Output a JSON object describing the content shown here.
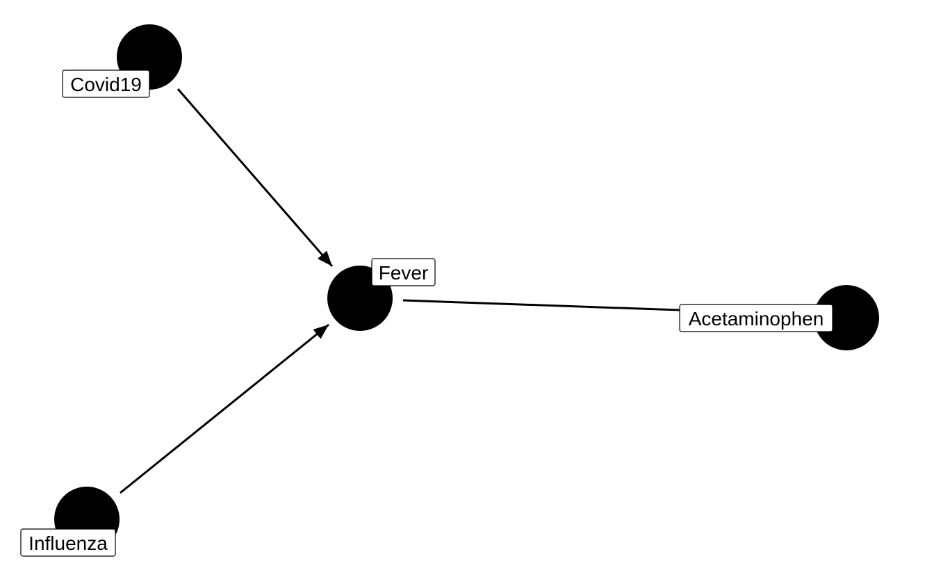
{
  "diagram": {
    "type": "directed-graph",
    "colors": {
      "background": "#ffffff",
      "node": "#000000",
      "edge": "#000000",
      "label_box": "#ffffff"
    },
    "nodes": [
      {
        "id": "covid19",
        "label": "Covid19"
      },
      {
        "id": "fever",
        "label": "Fever"
      },
      {
        "id": "acetaminophen",
        "label": "Acetaminophen"
      },
      {
        "id": "influenza",
        "label": "Influenza"
      }
    ],
    "edges": [
      {
        "from": "covid19",
        "to": "fever",
        "directed": true
      },
      {
        "from": "influenza",
        "to": "fever",
        "directed": true
      },
      {
        "from": "fever",
        "to": "acetaminophen",
        "directed": false
      }
    ]
  }
}
